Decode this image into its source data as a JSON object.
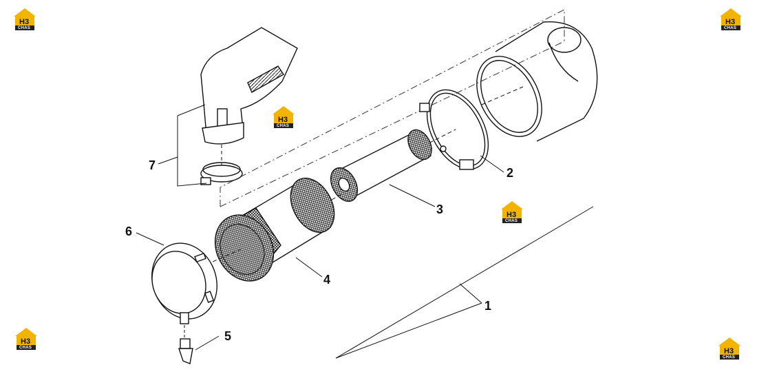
{
  "diagram": {
    "callouts": [
      {
        "id": "1",
        "label": "1"
      },
      {
        "id": "2",
        "label": "2"
      },
      {
        "id": "3",
        "label": "3"
      },
      {
        "id": "4",
        "label": "4"
      },
      {
        "id": "5",
        "label": "5"
      },
      {
        "id": "6",
        "label": "6"
      },
      {
        "id": "7",
        "label": "7"
      }
    ]
  },
  "watermark": {
    "brand_top": "H3",
    "brand_sub": "CHAS",
    "colors": {
      "badge": "#f2b400",
      "dark": "#222222"
    }
  }
}
